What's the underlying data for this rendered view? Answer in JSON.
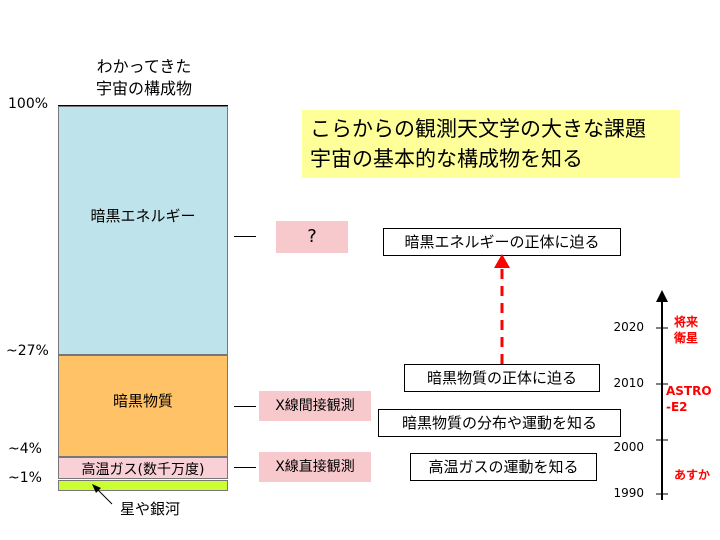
{
  "column_title_line1": "わかってきた",
  "column_title_line2": "宇宙の構成物",
  "ticks": {
    "p100": "100%",
    "p27": "~27%",
    "p4": "~4%",
    "p1": "~1%"
  },
  "segments": {
    "dark_energy": "暗黒エネルギー",
    "dark_matter": "暗黒物質",
    "hot_gas": "高温ガス(数千万度)",
    "stars": "星や銀河"
  },
  "methods": {
    "unknown": "?",
    "indirect": "X線間接観測",
    "direct": "X線直接観測"
  },
  "headline": {
    "line1": "こらからの観測天文学の大きな課題",
    "line2": "宇宙の基本的な構成物を知る"
  },
  "goals": {
    "dark_energy_nature": "暗黒エネルギーの正体に迫る",
    "dark_matter_nature": "暗黒物質の正体に迫る",
    "dark_matter_distribution": "暗黒物質の分布や運動を知る",
    "hot_gas_motion": "高温ガスの運動を知る"
  },
  "timeline": {
    "years": [
      "2020",
      "2010",
      "2000",
      "1990"
    ],
    "missions": {
      "future": "将来\n衛星",
      "astro_e2": "ASTRO\n-E2",
      "asuka": "あすか"
    }
  },
  "colors": {
    "dark_energy": "#bfe3ea",
    "dark_matter": "#ffc266",
    "hot_gas": "#f9d0d6",
    "stars": "#ccff33",
    "headline_bg": "#ffff99",
    "method_bg": "#f7c9cc",
    "arrow": "#ff0000"
  }
}
